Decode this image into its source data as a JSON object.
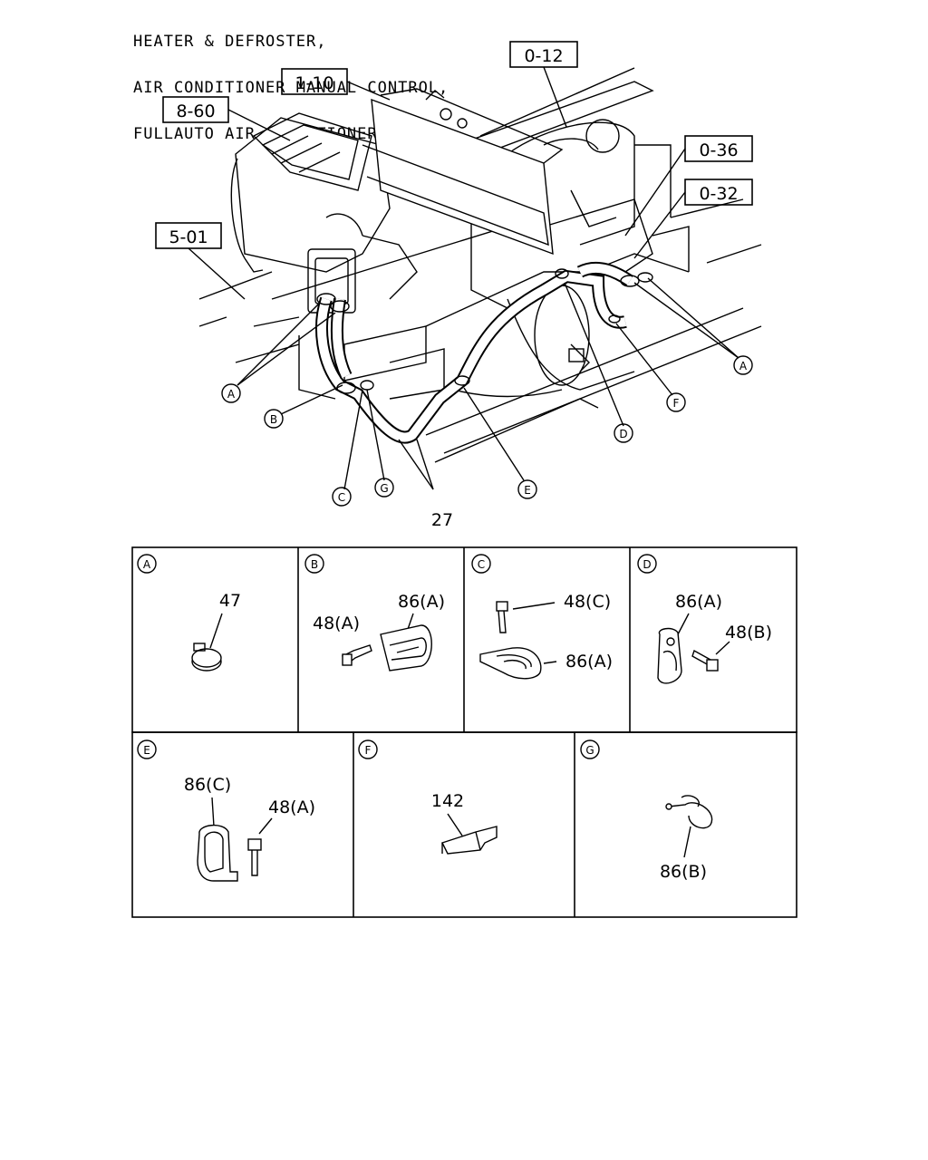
{
  "title_lines": [
    "HEATER & DEFROSTER,",
    "AIR CONDITIONER MANUAL CONTROL,",
    "FULLAUTO AIR CONDITIONER"
  ],
  "ref_boxes": {
    "r0_12": "0-12",
    "r1_10": "1-10",
    "r8_60": "8-60",
    "r0_36": "0-36",
    "r0_32": "0-32",
    "r5_01": "5-01"
  },
  "callouts": {
    "A": "A",
    "B": "B",
    "C": "C",
    "D": "D",
    "E": "E",
    "F": "F",
    "G": "G"
  },
  "main_part": "27",
  "details": {
    "A": {
      "letter": "A",
      "parts": [
        "47"
      ]
    },
    "B": {
      "letter": "B",
      "parts": [
        "48(A)",
        "86(A)"
      ]
    },
    "C": {
      "letter": "C",
      "parts": [
        "48(C)",
        "86(A)"
      ]
    },
    "D": {
      "letter": "D",
      "parts": [
        "86(A)",
        "48(B)"
      ]
    },
    "E": {
      "letter": "E",
      "parts": [
        "86(C)",
        "48(A)"
      ]
    },
    "F": {
      "letter": "F",
      "parts": [
        "142"
      ]
    },
    "G": {
      "letter": "G",
      "parts": [
        "86(B)"
      ]
    }
  }
}
